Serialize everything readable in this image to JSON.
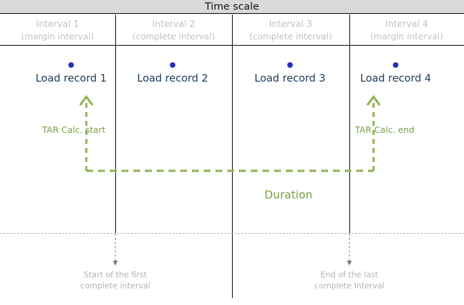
{
  "header": {
    "title": "Time scale"
  },
  "intervals": [
    {
      "name": "Interval  1",
      "kind": "(margin interval)"
    },
    {
      "name": "Interval  2",
      "kind": "(complete interval)"
    },
    {
      "name": "Interval  3",
      "kind": "(complete interval)"
    },
    {
      "name": "Interval  4",
      "kind": "(margin interval)"
    }
  ],
  "records": [
    {
      "label": "Load record 1"
    },
    {
      "label": "Load record 2"
    },
    {
      "label": "Load record 3"
    },
    {
      "label": "Load record 4"
    }
  ],
  "annotations": {
    "calc_start": "TAR Calc. start",
    "calc_end": "TAR Calc. end",
    "duration": "Duration"
  },
  "captions": [
    {
      "line1": "Start of the first",
      "line2": "complete interval"
    },
    {
      "line1": "End of the last",
      "line2": "complete Interval"
    }
  ],
  "colors": {
    "title_band": "#d9d9d9",
    "record_text": "#1b3a5b",
    "record_dot": "#2431ba",
    "green": "#7a9e46",
    "gray_text": "#c2c2c2",
    "line": "#000000"
  }
}
